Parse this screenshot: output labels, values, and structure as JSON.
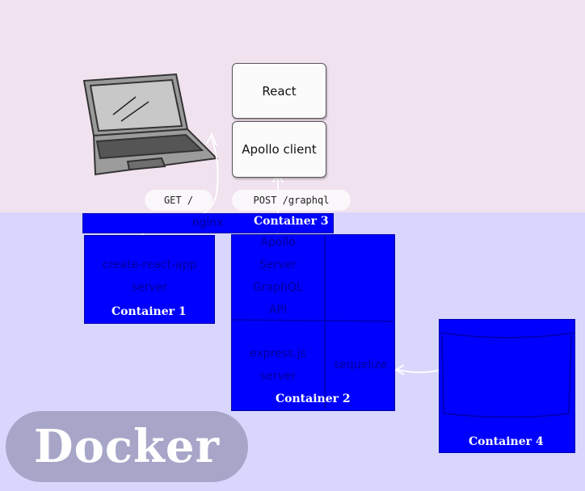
{
  "cards": {
    "react": "React",
    "apollo_client": "Apollo client"
  },
  "requests": {
    "get": "GET /",
    "post": "POST /graphql"
  },
  "containers": {
    "c1": "Container 1",
    "c2": "Container 2",
    "c3": "Container 3",
    "c4": "Container 4"
  },
  "services": {
    "nginx": "nginx",
    "cra_line1": "create-react-app",
    "cra_line2": "server",
    "apollo_line1": "Apollo",
    "apollo_line2": "Server",
    "apollo_line3": "GraphQL",
    "apollo_line4": "API",
    "express_line1": "express.js",
    "express_line2": "server",
    "sequelize": "sequelize"
  },
  "platform": "Docker",
  "colors": {
    "top_background": "#f1e2ef",
    "bottom_background": "#d8d6fd",
    "container_fill": "#0000ff",
    "docker_badge": "#a7a6c9"
  }
}
